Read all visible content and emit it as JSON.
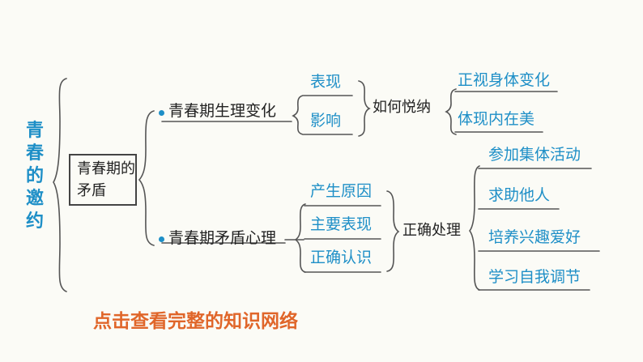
{
  "root": "青春的邀约",
  "center": "青春期的矛盾",
  "branches": {
    "physical": {
      "label": "青春期生理变化",
      "items": [
        "表现",
        "影响"
      ],
      "action": "如何悦纳",
      "results": [
        "正视身体变化",
        "体现内在美"
      ]
    },
    "mental": {
      "label": "青春期矛盾心理",
      "items": [
        "产生原因",
        "主要表现",
        "正确认识"
      ],
      "action": "正确处理",
      "results": [
        "参加集体活动",
        "求助他人",
        "培养兴趣爱好",
        "学习自我调节"
      ]
    }
  },
  "footer_link": "点击查看完整的知识网络",
  "colors": {
    "accent": "#1e8fc7",
    "link": "#e0662a",
    "ink": "#333333"
  }
}
